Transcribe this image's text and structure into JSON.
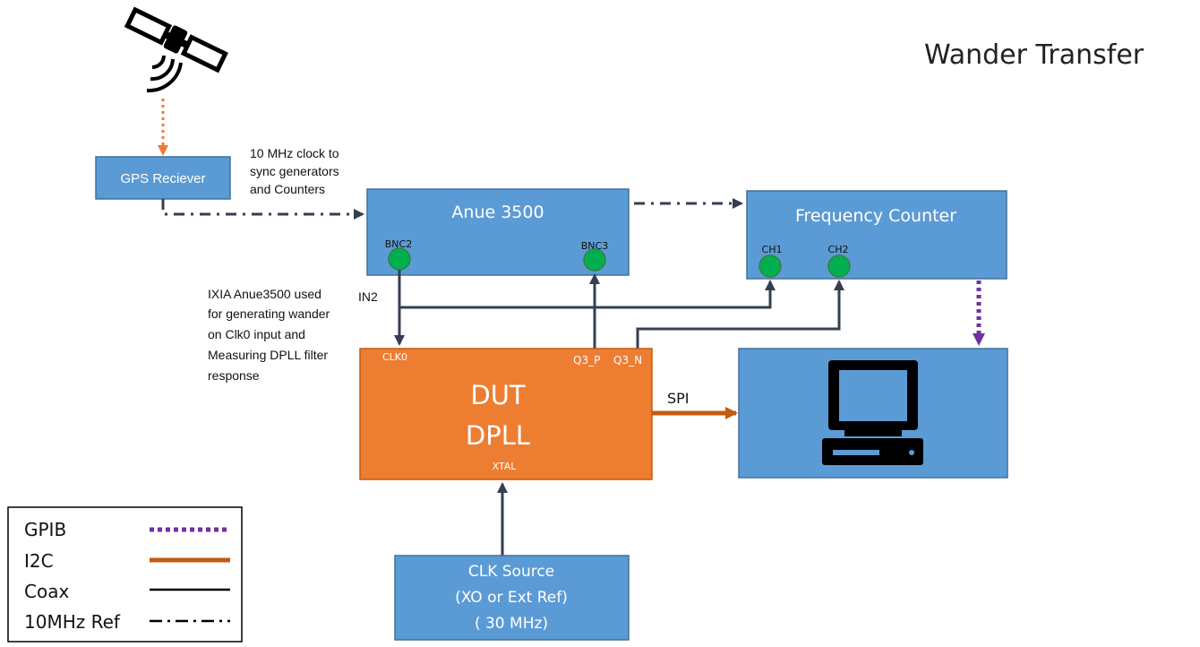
{
  "title": "Wander Transfer",
  "blocks": {
    "gps": "GPS Reciever",
    "anue": "Anue 3500",
    "freq_counter": "Frequency Counter",
    "dut_line1": "DUT",
    "dut_line2": "DPLL",
    "clk_source_line1": "CLK Source",
    "clk_source_line2": "(XO or Ext Ref)",
    "clk_source_line3": "( 30 MHz)"
  },
  "ports": {
    "bnc2": "BNC2",
    "bnc3": "BNC3",
    "ch1": "CH1",
    "ch2": "CH2",
    "clk0": "CLK0",
    "q3_p": "Q3_P",
    "q3_n": "Q3_N",
    "xtal": "XTAL"
  },
  "annotations": {
    "clock_note": [
      "10 MHz clock to",
      "sync generators",
      "and Counters"
    ],
    "ixia_note": [
      "IXIA Anue3500 used",
      "for generating wander",
      "on Clk0 input and",
      "Measuring DPLL filter",
      "response"
    ],
    "in2": "IN2",
    "spi": "SPI"
  },
  "legend": [
    {
      "label": "GPIB",
      "style": "dotted-purple"
    },
    {
      "label": "I2C",
      "style": "solid-orange"
    },
    {
      "label": "Coax",
      "style": "solid-black"
    },
    {
      "label": "10MHz Ref",
      "style": "dash-dot-black"
    }
  ],
  "colors": {
    "box_blue": "#5b9bd5",
    "box_border": "#41719c",
    "dut_orange": "#ed7d31",
    "port_green": "#00b050",
    "coax": "#333f50",
    "i2c": "#c55a11",
    "gpib": "#7030a0",
    "gps_link": "#ed7d31",
    "monitor": "#000000"
  },
  "icons": [
    "satellite-icon",
    "computer-monitor-icon"
  ]
}
